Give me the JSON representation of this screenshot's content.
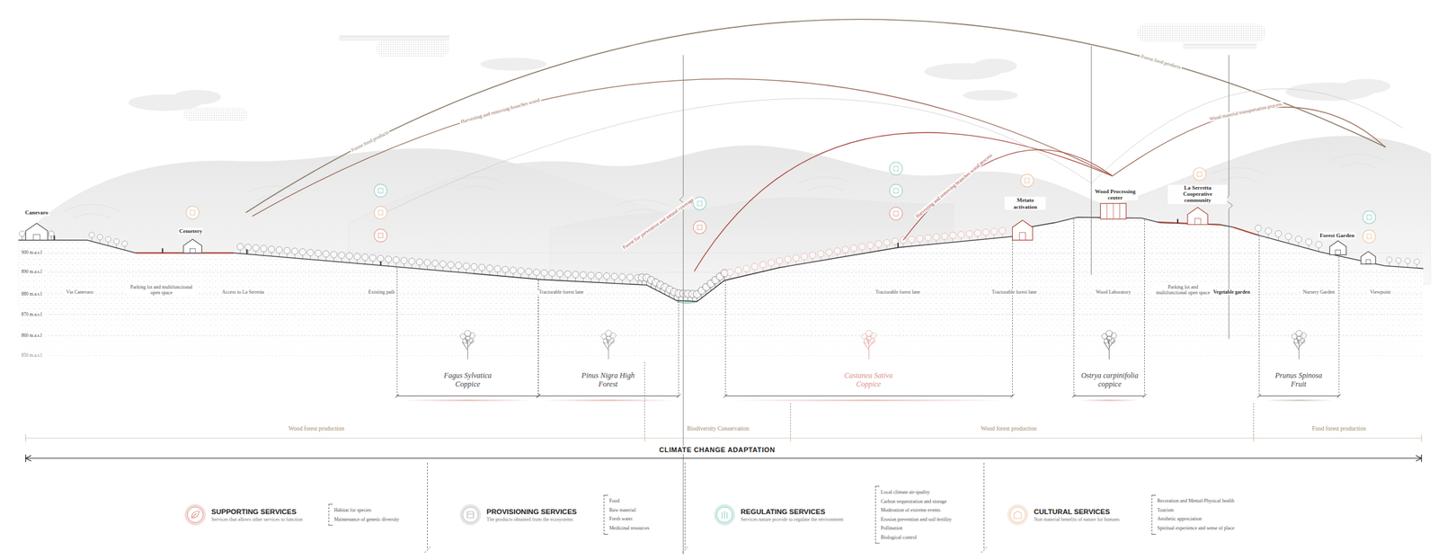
{
  "diagram": {
    "nodes": [
      {
        "text": [
          "SUPPORTING SERVICES",
          "Services that allows other services to function"
        ]
      },
      {
        "text": [
          "Habitat for species",
          "Maintenance of genetic diversity"
        ]
      },
      {
        "text": [
          "PROVISIONING SERVICES",
          "The products obtained from the ecosystems"
        ]
      },
      {
        "text": [
          "Food",
          "Raw material",
          "Fresh water",
          "Medicinal resources"
        ]
      },
      {
        "text": [
          "REGULATING SERVICES",
          "Services nature provide to regulate the environment"
        ]
      },
      {
        "text": [
          "Local climate air-quality",
          "Carbon sequestration and storage",
          "Moderation of extreme events",
          "Erosion prevention and soil fertility",
          "Pollination",
          "Biological control"
        ]
      },
      {
        "text": [
          "CULTURAL SERVICES",
          "Non material benefits of nature for humans"
        ]
      },
      {
        "text": [
          "Recreation and Mental-Physical health",
          "Tourism",
          "Aesthetic appreciation",
          "Spiritual experience and sense of place"
        ]
      }
    ],
    "labels": [
      "Canevaro",
      "Cemetery",
      "Metato activation",
      "Wood Processing center",
      "La Serretta Cooperative community",
      "Forest Garden",
      "Forest food products",
      "Harvesting and removing branches wood",
      "Forest fire prevention and natural coverage",
      "Harvesting and removing branches wood process",
      "Forest food products",
      "Wood material transportation process",
      "900 m.a.s.l",
      "890 m.a.s.l",
      "880 m.a.s.l",
      "870 m.a.s.l",
      "860 m.a.s.l",
      "850 m.a.s.l",
      "Via Canevaro",
      "Parking lot and multifunctional open space",
      "Access to La Serretta",
      "Existing path",
      "Tractorable forest lane",
      "Tractorable forest lane",
      "Tractorable forest lane",
      "Wood Laboratory",
      "Parking lot and multifunctional open space",
      "Vegetable garden",
      "Nursery Garden",
      "Viewpoint",
      "Fagus Sylvatica Coppice",
      "Pinus Nigra High Forest",
      "Castanea Sativa Coppice",
      "Ostrya carpinifolia coppice",
      "Prunus Spinosa Fruit",
      "Wood forest production",
      "Biodiversity Conservation",
      "Wood forest production",
      "Food forest production",
      "CLIMATE CHANGE ADAPTATION"
    ]
  }
}
